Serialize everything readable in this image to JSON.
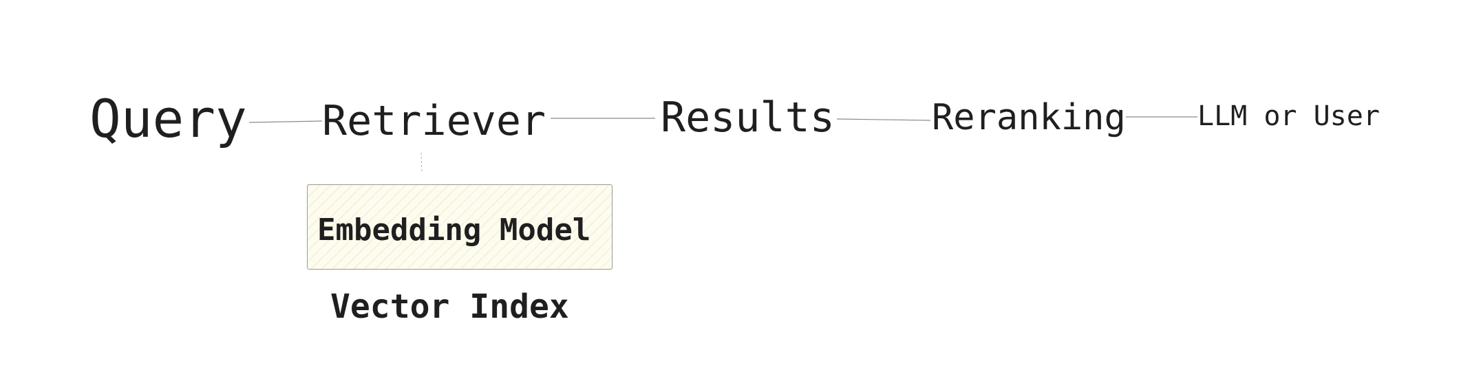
{
  "diagram": {
    "nodes": {
      "query": "Query",
      "retriever": "Retriever",
      "results": "Results",
      "reranking": "Reranking",
      "llm_or_user": "LLM or User",
      "embedding_model": "Embedding Model",
      "vector_index": "Vector Index"
    },
    "edges": [
      {
        "from": "Query",
        "to": "Retriever"
      },
      {
        "from": "Retriever",
        "to": "Results"
      },
      {
        "from": "Results",
        "to": "Reranking"
      },
      {
        "from": "Reranking",
        "to": "LLM or User"
      },
      {
        "from": "Retriever",
        "to": "Embedding Model"
      }
    ],
    "colors": {
      "text": "#1f1f1f",
      "edge": "#8a8a8a",
      "box_fill": "#fdfcef",
      "box_border": "#9a9a90"
    }
  }
}
